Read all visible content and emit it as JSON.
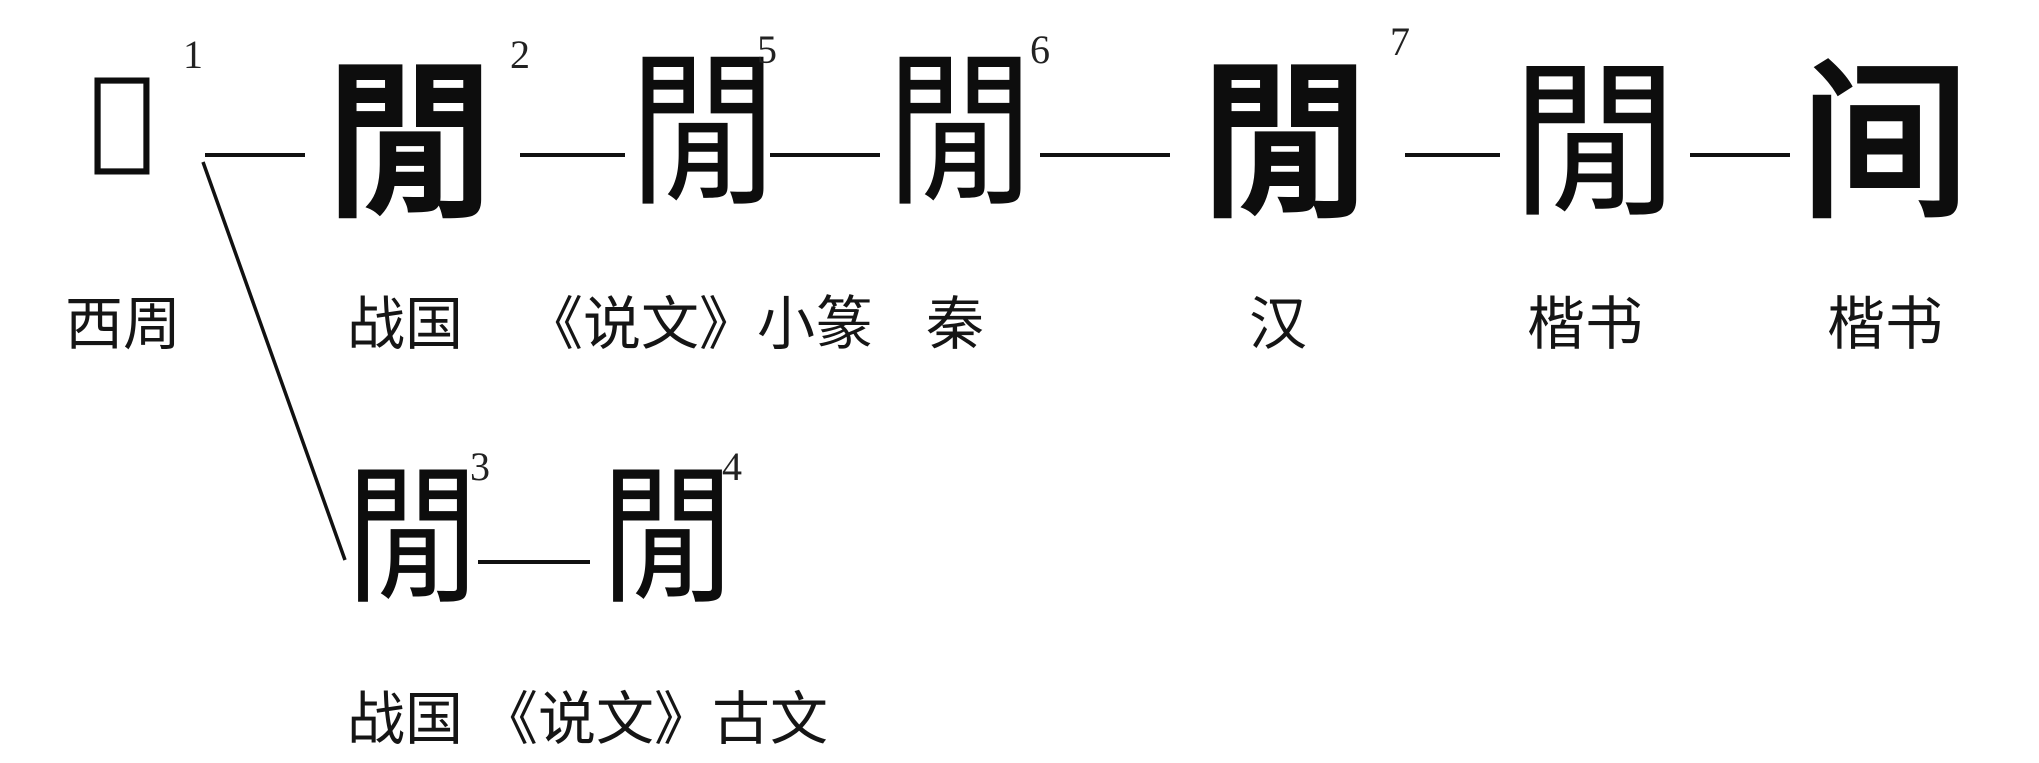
{
  "nodes": [
    {
      "id": "n1",
      "glyph": "𦖞",
      "index": "1",
      "period": "西周"
    },
    {
      "id": "n2",
      "glyph": "閒",
      "index": "2",
      "period": "战国"
    },
    {
      "id": "n5",
      "glyph": "閒",
      "index": "5",
      "period": "《说文》小篆"
    },
    {
      "id": "n6",
      "glyph": "閒",
      "index": "6",
      "period": "秦"
    },
    {
      "id": "n7",
      "glyph": "閒",
      "index": "7",
      "period": "汉"
    },
    {
      "id": "n8",
      "glyph": "閒",
      "index": "",
      "period": "楷书"
    },
    {
      "id": "n9",
      "glyph": "间",
      "index": "",
      "period": "楷书"
    },
    {
      "id": "n3",
      "glyph": "閒",
      "index": "3",
      "period": "战国"
    },
    {
      "id": "n4",
      "glyph": "閒",
      "index": "4",
      "period": "《说文》古文"
    }
  ],
  "colors": {
    "ink": "#0d0d0d",
    "background": "#ffffff"
  }
}
